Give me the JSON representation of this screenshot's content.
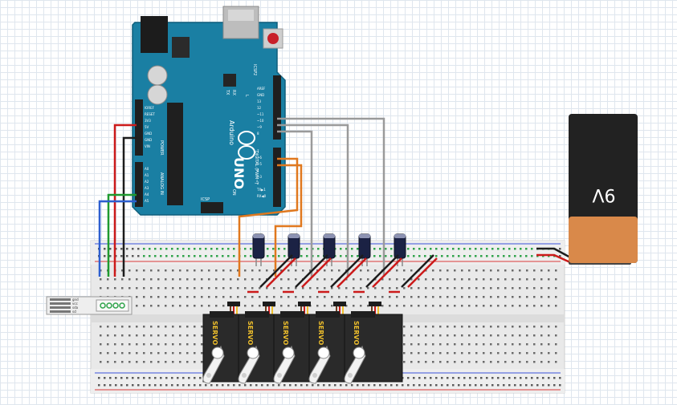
{
  "arduino": {
    "brand": "Arduino",
    "model": "UNO",
    "icsp2_label": "ICSP2",
    "icsp_label": "ICSP",
    "reset_label": "RESET",
    "power_label": "POWER",
    "analog_label": "ANALOG IN",
    "digital_label": "DIGITAL (PWM~)",
    "tx_label": "TX",
    "rx_label": "RX",
    "l_label": "L",
    "on_label": "ON",
    "power_pins": [
      "IOREF",
      "RESET",
      "3V3",
      "5V",
      "GND",
      "GND",
      "VIN"
    ],
    "analog_pins": [
      "A0",
      "A1",
      "A2",
      "A3",
      "A4",
      "A5"
    ],
    "digital_top": [
      "AREF",
      "GND",
      "13",
      "12",
      "~11",
      "~10",
      "~9",
      "8"
    ],
    "digital_bottom": [
      "7",
      "~6",
      "~5",
      "4",
      "~3",
      "2",
      "TX▶1",
      "RX◀0"
    ]
  },
  "battery": {
    "label": "9V"
  },
  "sensor_module": {
    "pins": [
      "gnd",
      "vcc",
      "sda",
      "scl"
    ]
  },
  "servo": {
    "label": "SERVO",
    "count": 5
  },
  "colors": {
    "board": "#1a7fa3",
    "wire_red": "#cc1a1a",
    "wire_black": "#1c1c1c",
    "wire_green": "#1f9a2f",
    "wire_blue": "#2d5fd0",
    "wire_orange": "#e0781e",
    "wire_gray": "#9a9a9a",
    "battery_top": "#222222",
    "battery_bottom": "#d9894a",
    "servo_label": "#f0c02c"
  }
}
